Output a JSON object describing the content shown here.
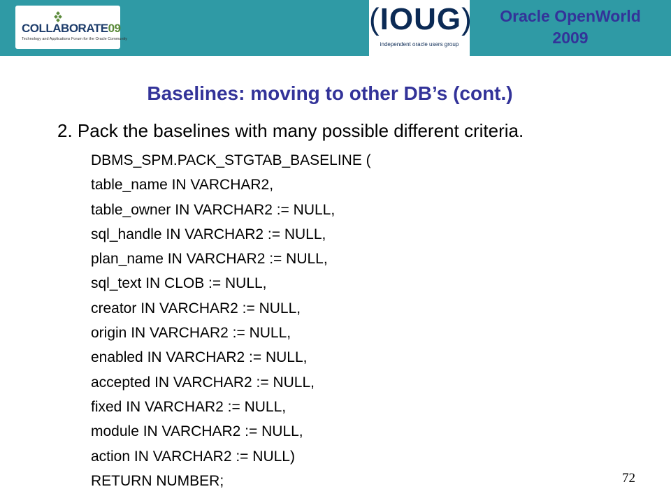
{
  "header": {
    "collaborate_logo": {
      "name": "COLLABORATE",
      "number": "09",
      "tagline": "Technology and Applications Forum for the Oracle Community"
    },
    "ioug_logo": {
      "name": "IOUG",
      "left_bracket": "(",
      "right_bracket": ")",
      "subtitle": "independent oracle users group"
    },
    "event_line1": "Oracle OpenWorld",
    "event_line2": "2009",
    "band_color": "#2f9aa5",
    "title_color": "#333399"
  },
  "slide": {
    "title": "Baselines: moving to other DB’s (cont.)",
    "point": "2. Pack the baselines with many possible different criteria.",
    "code_lines": [
      "DBMS_SPM.PACK_STGTAB_BASELINE (",
      "table_name IN VARCHAR2,",
      "table_owner IN VARCHAR2 := NULL,",
      "sql_handle IN VARCHAR2 := NULL,",
      "plan_name IN VARCHAR2 := NULL,",
      "sql_text IN CLOB := NULL,",
      "creator IN VARCHAR2 := NULL,",
      "origin IN VARCHAR2 := NULL,",
      "enabled IN VARCHAR2 := NULL,",
      "accepted IN VARCHAR2 := NULL,",
      "fixed IN VARCHAR2 := NULL,",
      "module IN VARCHAR2 := NULL,",
      "action IN VARCHAR2 := NULL)",
      "RETURN NUMBER;"
    ],
    "page_number": "72"
  }
}
